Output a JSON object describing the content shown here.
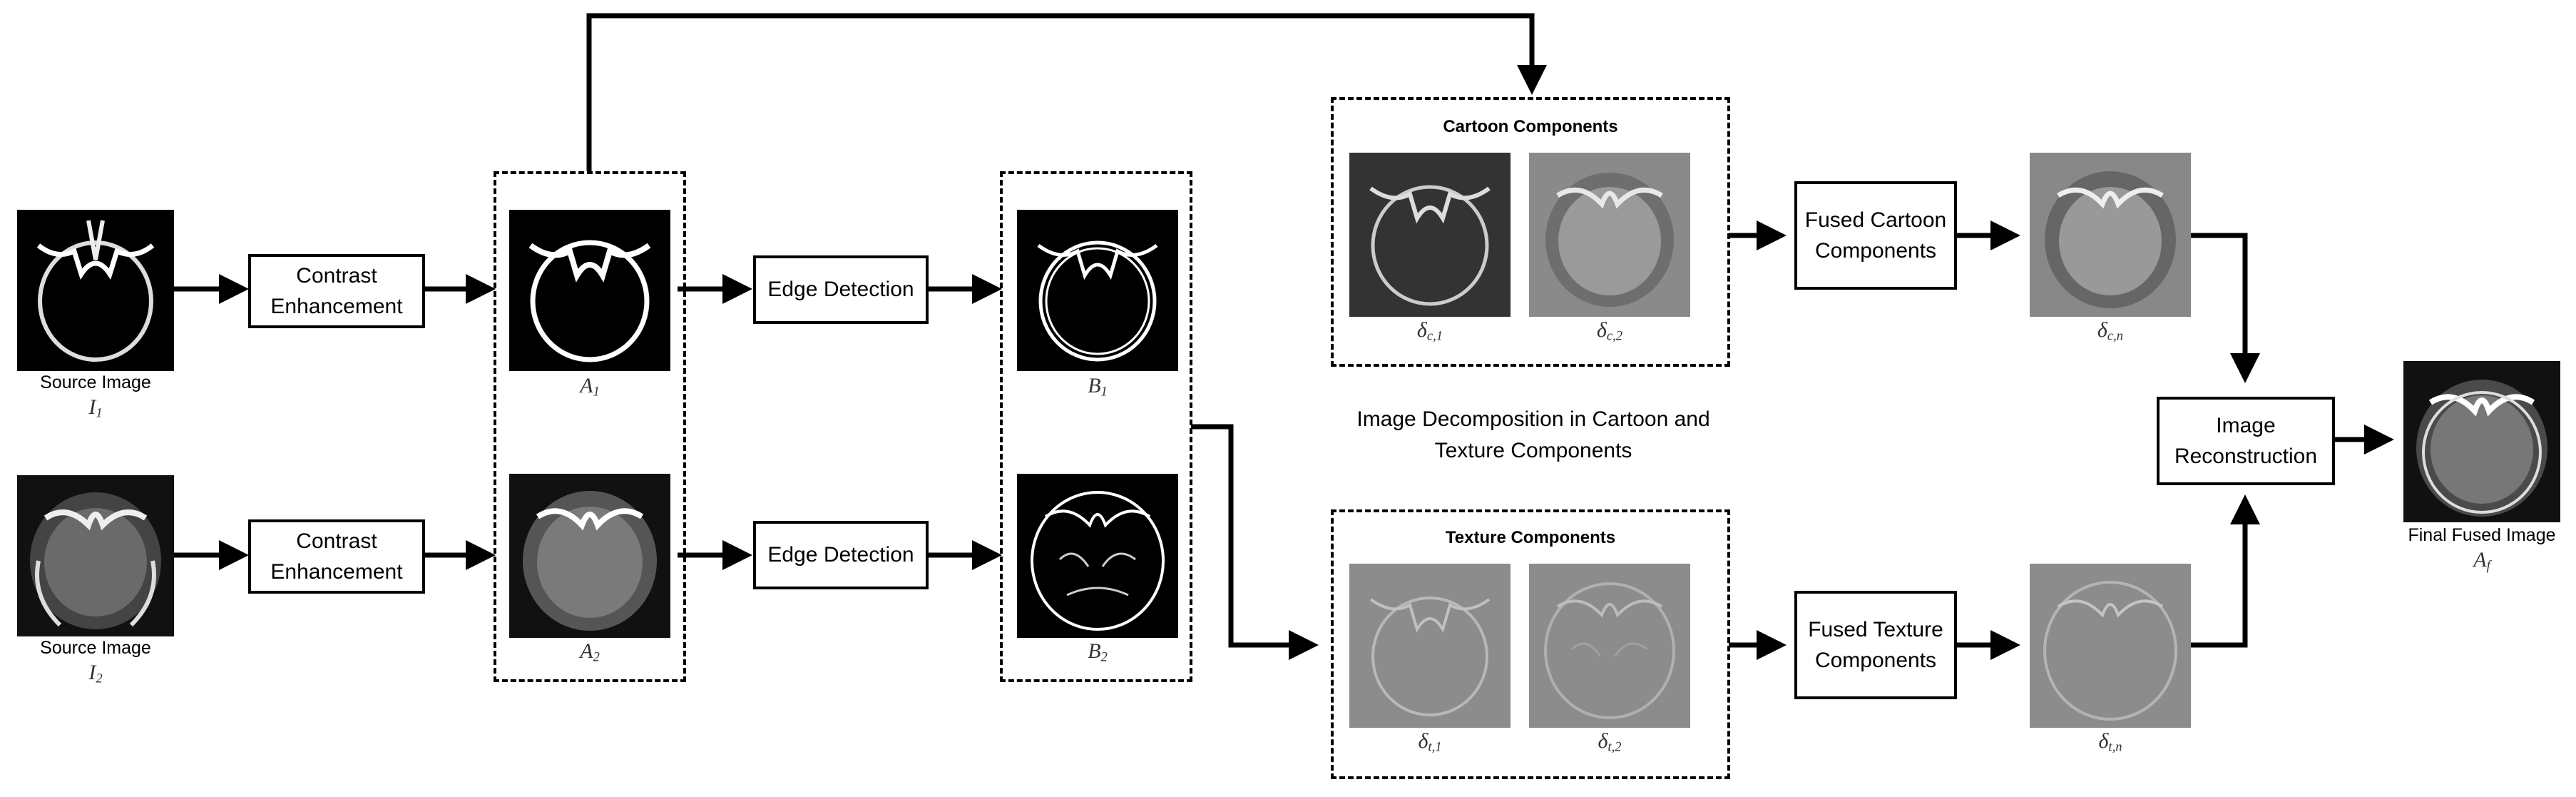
{
  "sources": {
    "label_1": "Source Image",
    "symbol_1": {
      "base": "I",
      "sub": "1"
    },
    "label_2": "Source Image",
    "symbol_2": {
      "base": "I",
      "sub": "2"
    }
  },
  "steps": {
    "contrast_1": [
      "Contrast",
      "Enhancement"
    ],
    "contrast_2": [
      "Contrast",
      "Enhancement"
    ],
    "edge_1": "Edge Detection",
    "edge_2": "Edge Detection"
  },
  "enhanced": {
    "a1": {
      "base": "A",
      "sub": "1"
    },
    "a2": {
      "base": "A",
      "sub": "2"
    }
  },
  "edges": {
    "b1": {
      "base": "B",
      "sub": "1"
    },
    "b2": {
      "base": "B",
      "sub": "2"
    }
  },
  "decomposition": {
    "caption": [
      "Image Decomposition in Cartoon and",
      "Texture Components"
    ],
    "cartoon_title": "Cartoon Components",
    "texture_title": "Texture Components",
    "c1": {
      "base": "δ",
      "sub": "c,1"
    },
    "c2": {
      "base": "δ",
      "sub": "c,2"
    },
    "t1": {
      "base": "δ",
      "sub": "t,1"
    },
    "t2": {
      "base": "δ",
      "sub": "t,2"
    }
  },
  "fusion": {
    "cartoon_box": [
      "Fused Cartoon",
      "Components"
    ],
    "texture_box": [
      "Fused Texture",
      "Components"
    ],
    "cn": {
      "base": "δ",
      "sub": "c,n"
    },
    "tn": {
      "base": "δ",
      "sub": "t,n"
    }
  },
  "reconstruction": {
    "box": [
      "Image",
      "Reconstruction"
    ],
    "final_label": "Final Fused Image",
    "final_symbol": {
      "base": "A",
      "sub": "f"
    }
  }
}
